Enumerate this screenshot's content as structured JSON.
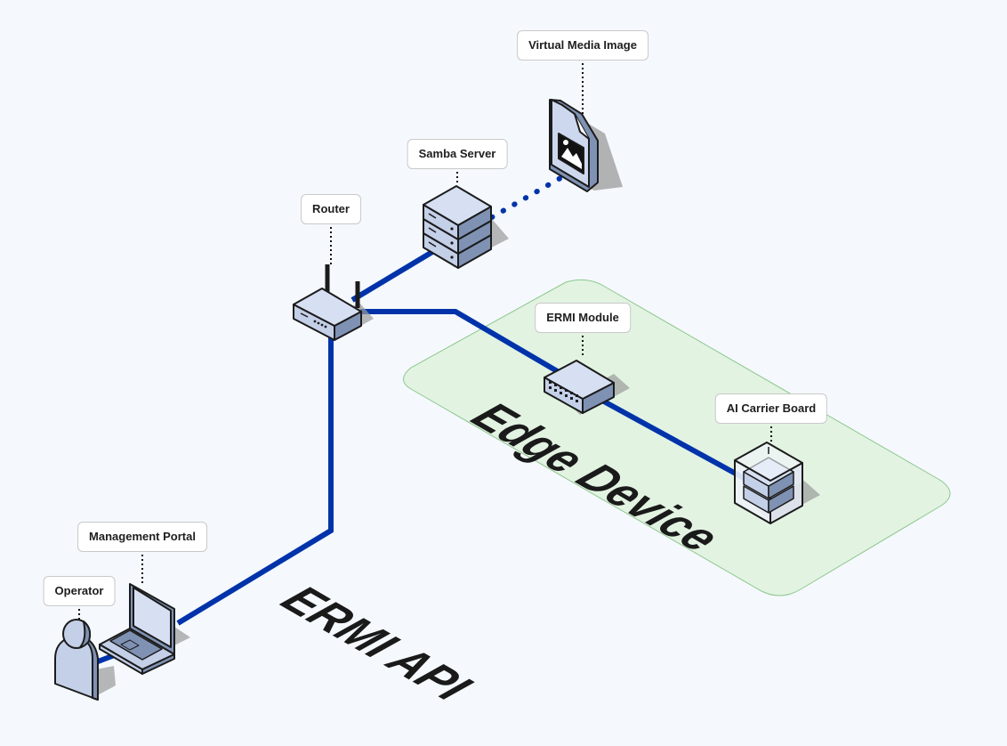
{
  "labels": {
    "virtual_media": "Virtual Media Image",
    "samba": "Samba Server",
    "router": "Router",
    "ermi_module": "ERMI Module",
    "ai_board": "AI Carrier Board",
    "portal": "Management Portal",
    "operator": "Operator"
  },
  "zones": {
    "edge_device": "Edge Device",
    "ermi_api": "ERMI API"
  },
  "colors": {
    "link": "#0033aa",
    "zone_fill": "#e2f3e2",
    "zone_stroke": "#8fc78f",
    "device_top": "#d7e0f3",
    "device_side": "#7f92b4",
    "device_outline": "#1b1b1b"
  },
  "icons": [
    "file-image-icon",
    "server-icon",
    "router-icon",
    "switch-icon",
    "board-icon",
    "laptop-icon",
    "user-icon"
  ]
}
